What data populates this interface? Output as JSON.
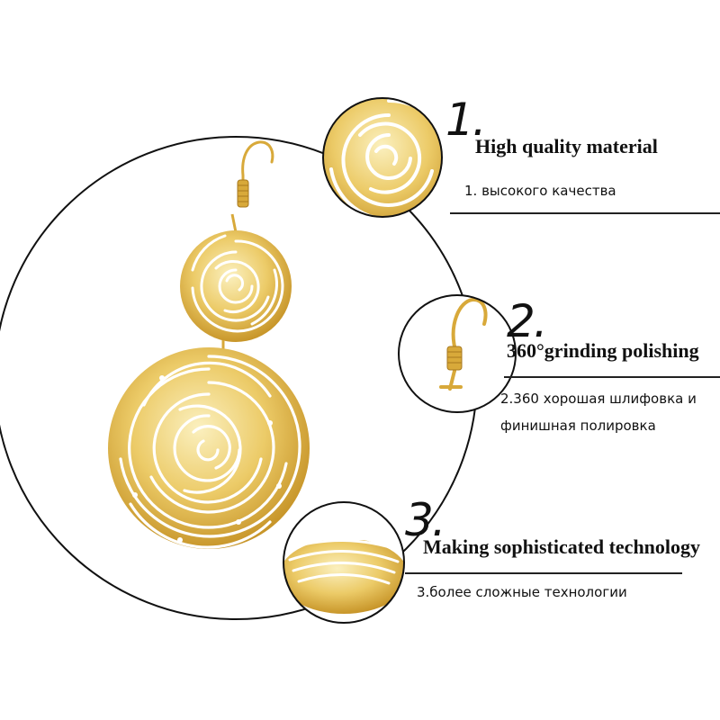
{
  "features": [
    {
      "number": "1.",
      "title": "High quality material",
      "translation": "1. высокого качества"
    },
    {
      "number": "2.",
      "title": "360°grinding polishing",
      "translation_line1": "2.360 хорошая шлифовка и",
      "translation_line2": "финишная полировка"
    },
    {
      "number": "3.",
      "title": "Making sophisticated technology",
      "translation": "3.более сложные технологии"
    }
  ],
  "colors": {
    "gold": "#e8c35a",
    "gold_dark": "#c9982c",
    "gold_light": "#f7e7a6",
    "line": "#111111"
  }
}
